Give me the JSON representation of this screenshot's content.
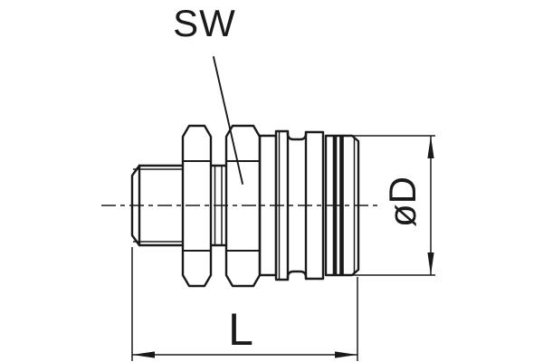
{
  "drawing": {
    "title": "coupling-plug-technical-drawing",
    "view": "side-view",
    "labels": {
      "width_across_flats": "SW",
      "diameter": "øD",
      "length": "L"
    },
    "colors": {
      "line": "#1a1a1a",
      "background": "#ffffff"
    }
  }
}
